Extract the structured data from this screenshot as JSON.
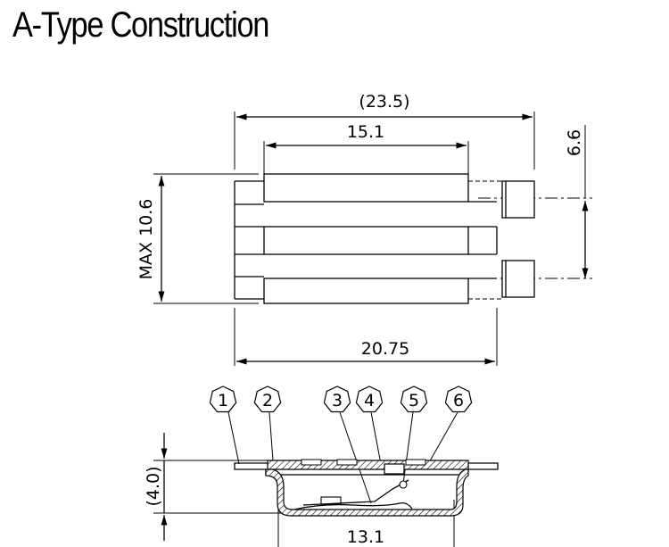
{
  "title": "A-Type Construction",
  "top_view": {
    "dim_overall_length": "(23.5)",
    "dim_body_length": "15.1",
    "dim_terminal_pitch": "6.6",
    "dim_height": "MAX 10.6",
    "dim_base_length": "20.75"
  },
  "section_view": {
    "callouts": [
      "1",
      "2",
      "3",
      "4",
      "5",
      "6"
    ],
    "dim_thickness": "(4.0)",
    "dim_width": "13.1"
  }
}
